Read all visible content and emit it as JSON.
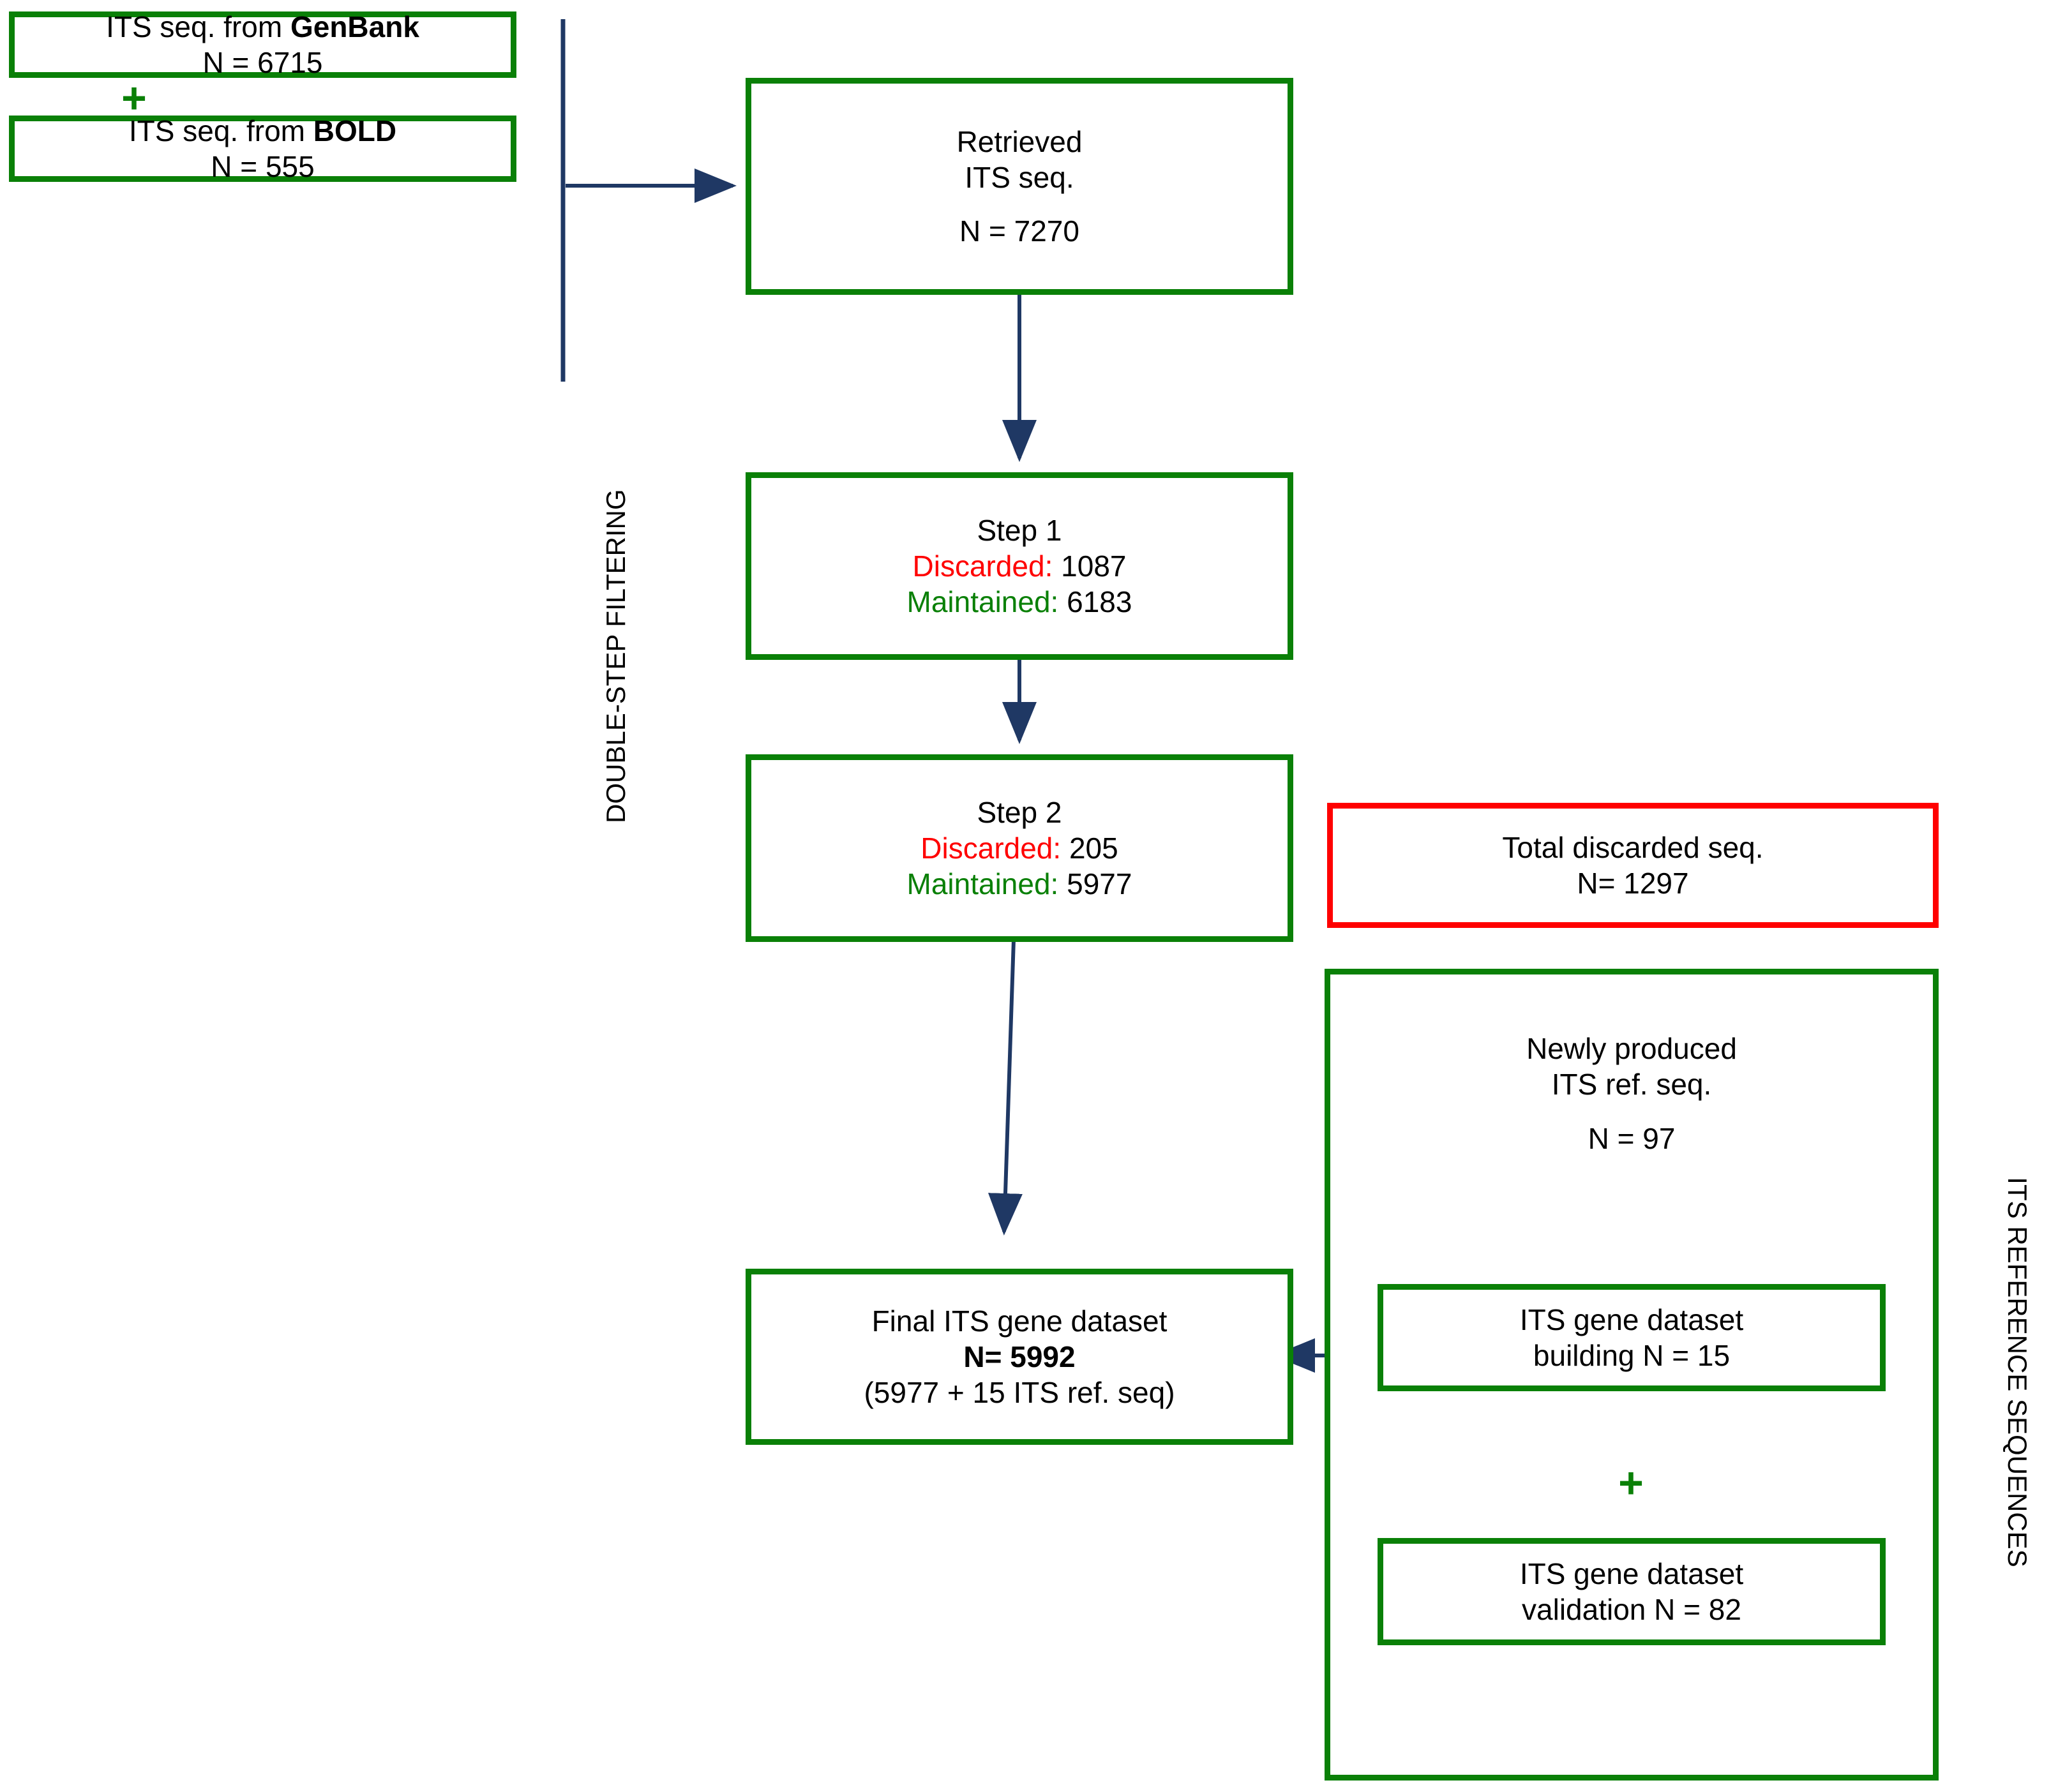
{
  "figure": {
    "type": "flowchart",
    "title": "ITS sequence dataset assembly workflow"
  },
  "colors": {
    "green_border": "#0a8007",
    "red_border": "#ff0000",
    "arrow_navy": "#1f3864",
    "discarded_red": "#ff0000",
    "maintained_green": "#0a8007",
    "text_black": "#000000"
  },
  "sources": {
    "genbank": {
      "label_prefix": "ITS seq. from ",
      "label_source": "GenBank",
      "count_line": "N = 6715",
      "n": 6715
    },
    "plus_symbol": "+",
    "bold": {
      "label_prefix": "ITS seq. from ",
      "label_source": "BOLD",
      "count_line": "N = 555",
      "n": 555
    }
  },
  "retrieved": {
    "line1": "Retrieved",
    "line2": "ITS seq.",
    "count_line": "N = 7270",
    "n": 7270
  },
  "filtering": {
    "vertical_label": "DOUBLE-STEP FILTERING",
    "step1": {
      "title": "Step 1",
      "discarded_label": "Discarded: ",
      "discarded_value": "1087",
      "maintained_label": "Maintained: ",
      "maintained_value": "6183"
    },
    "step2": {
      "title": "Step 2",
      "discarded_label": "Discarded: ",
      "discarded_value": "205",
      "maintained_label": "Maintained: ",
      "maintained_value": "5977"
    }
  },
  "total_discarded": {
    "line1": "Total discarded seq.",
    "count_line": "N= 1297",
    "n": 1297
  },
  "reference_sequences": {
    "vertical_label": "ITS REFERENCE SEQUENCES",
    "newly_produced": {
      "line1": "Newly produced",
      "line2": "ITS ref. seq.",
      "count_line": "N = 97",
      "n": 97
    },
    "building": {
      "line1": "ITS gene dataset",
      "line2": "building N = 15",
      "n": 15
    },
    "plus_symbol": "+",
    "validation": {
      "line1": "ITS gene dataset",
      "line2": "validation N = 82",
      "n": 82
    }
  },
  "final_dataset": {
    "line1": "Final ITS gene dataset",
    "line2": "N= 5992",
    "line3": "(5977 + 15 ITS ref. seq)",
    "n": 5992
  }
}
